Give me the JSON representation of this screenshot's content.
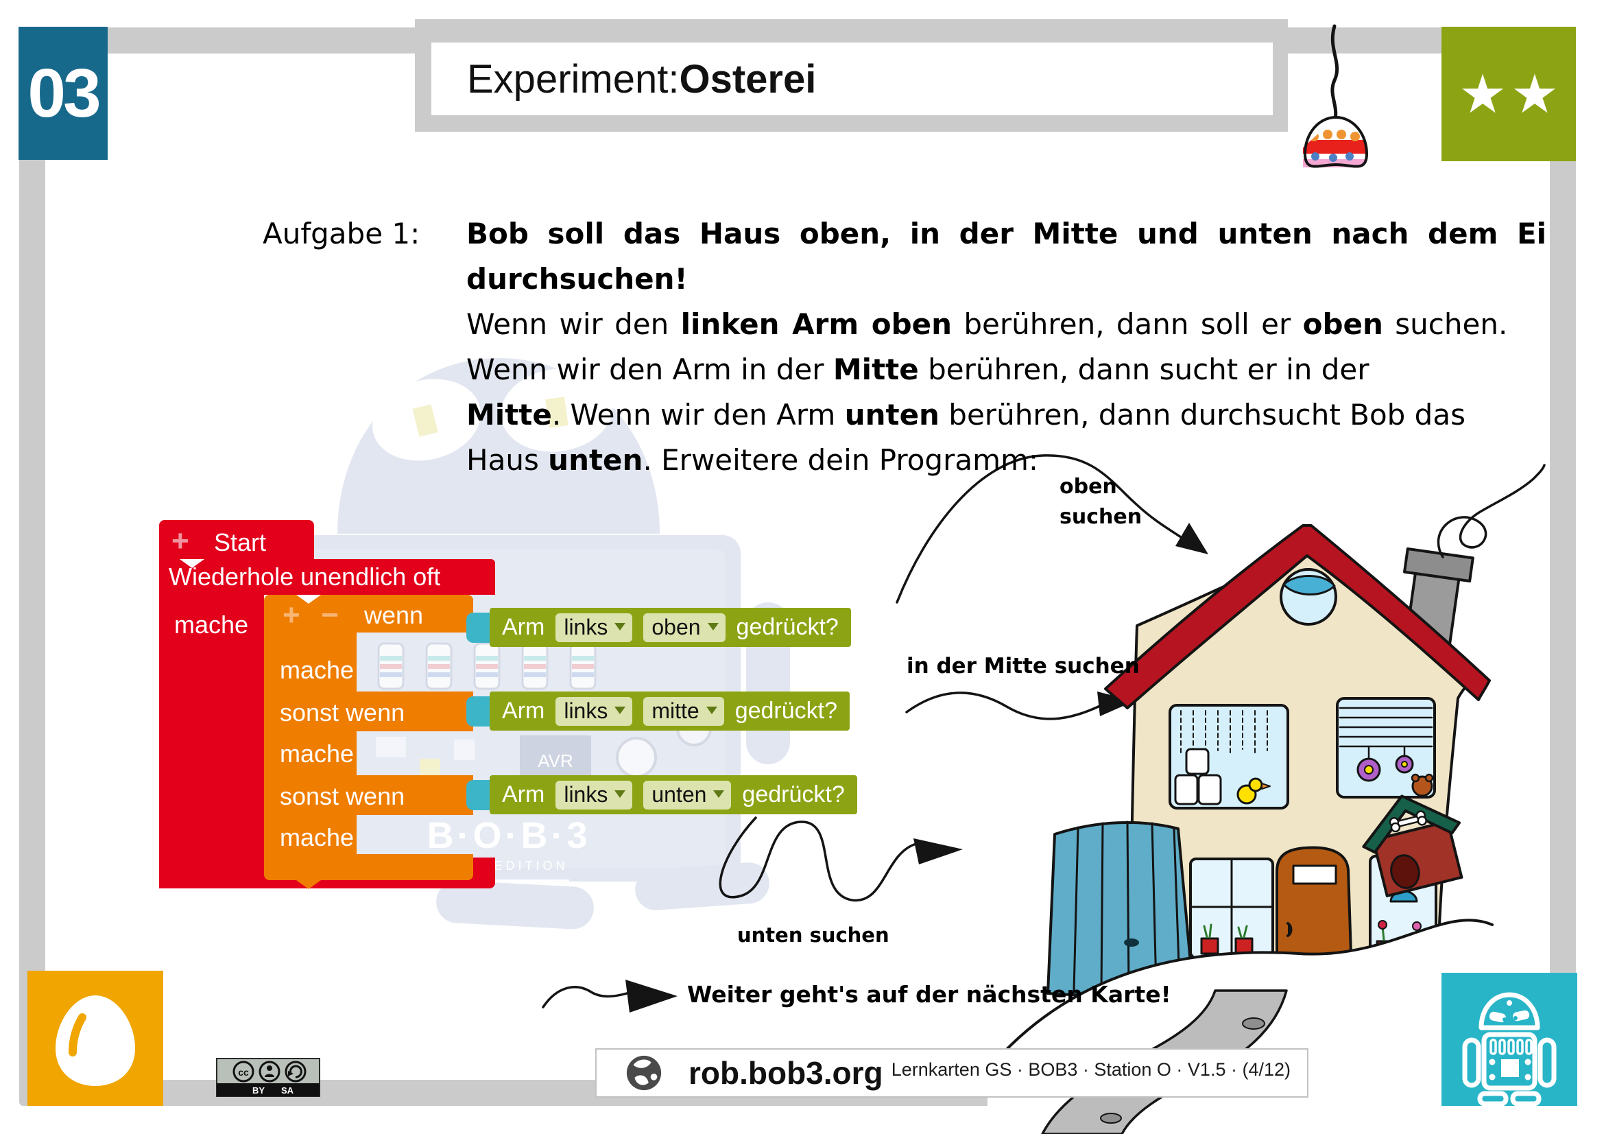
{
  "header": {
    "title_prefix": "Experiment: ",
    "title_bold": "Osterei"
  },
  "badges": {
    "number": "03",
    "stars": [
      "★",
      "★"
    ]
  },
  "task": {
    "label": "Aufgabe 1:",
    "lines": [
      [
        {
          "t": "Bob soll das Haus oben, in der Mitte und unten nach dem Ei",
          "b": true
        }
      ],
      [
        {
          "t": "durchsuchen!",
          "b": true
        }
      ],
      [
        {
          "t": "Wenn wir den ",
          "b": false
        },
        {
          "t": "linken Arm oben",
          "b": true
        },
        {
          "t": " berühren, dann soll er ",
          "b": false
        },
        {
          "t": "oben",
          "b": true
        },
        {
          "t": " suchen.",
          "b": false
        }
      ],
      [
        {
          "t": "Wenn wir den Arm in der ",
          "b": false
        },
        {
          "t": "Mitte",
          "b": true
        },
        {
          "t": " berühren, dann sucht er in der",
          "b": false
        }
      ],
      [
        {
          "t": "Mitte",
          "b": true
        },
        {
          "t": ". Wenn wir den Arm ",
          "b": false
        },
        {
          "t": "unten",
          "b": true
        },
        {
          "t": " berühren, dann durchsucht Bob das",
          "b": false
        }
      ],
      [
        {
          "t": "Haus ",
          "b": false
        },
        {
          "t": "unten",
          "b": true
        },
        {
          "t": ". Erweitere dein Programm:",
          "b": false
        }
      ]
    ]
  },
  "program": {
    "start_label": "Start",
    "loop_label": "Wiederhole unendlich oft",
    "do_label": "mache",
    "if_label": "wenn",
    "elseif_label": "sonst wenn",
    "plus": "+",
    "minus": "−",
    "conditions": [
      {
        "device": "Arm",
        "side": "links",
        "position": "oben",
        "question": "gedrückt?"
      },
      {
        "device": "Arm",
        "side": "links",
        "position": "mitte",
        "question": "gedrückt?"
      },
      {
        "device": "Arm",
        "side": "links",
        "position": "unten",
        "question": "gedrückt?"
      }
    ]
  },
  "annotations": {
    "top_line1": "oben",
    "top_line2": "suchen",
    "middle": "in der Mitte suchen",
    "bottom": "unten suchen",
    "next_card": "Weiter geht's auf der nächsten Karte!"
  },
  "footer": {
    "license_by": "BY",
    "license_sa": "SA",
    "license_cc": "cc",
    "site": "rob.bob3.org",
    "meta": "Lernkarten GS · BOB3 · Station O · V1.5 · (4/12)"
  },
  "colors": {
    "frame": "#cbcbcb",
    "block_red": "#e3001b",
    "block_orange": "#ef7d00",
    "block_green": "#8ca414",
    "chip": "#dce3ae",
    "teal_connector": "#3db5c9",
    "corner_number_bg": "#17698c",
    "corner_stars_bg": "#8ca414",
    "corner_egg_bg": "#f0a500",
    "corner_robot_bg": "#29b5c8",
    "house_wall": "#f0e5c6",
    "house_roof": "#b51420",
    "house_door": "#b45a12",
    "fence": "#5fadc9"
  }
}
